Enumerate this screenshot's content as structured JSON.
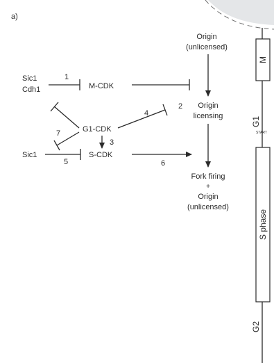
{
  "panel_label": "a)",
  "nodes": {
    "sic1_top": "Sic1",
    "cdh1": "Cdh1",
    "m_cdk": "M-CDK",
    "g1_cdk": "G1-CDK",
    "s_cdk": "S-CDK",
    "sic1_bottom": "Sic1",
    "origin_unlicensed_top": [
      "Origin",
      "(unlicensed)"
    ],
    "origin_licensing": [
      "Origin",
      "licensing"
    ],
    "fork_firing": [
      "Fork firing",
      "+",
      "Origin",
      "(unlicensed)"
    ]
  },
  "edge_numbers": {
    "n1": "1",
    "n2": "2",
    "n3": "3",
    "n4": "4",
    "n5": "5",
    "n6": "6",
    "n7": "7"
  },
  "cell_cycle": {
    "m": "M",
    "g1": "G1",
    "start": "START",
    "s_phase": "S phase",
    "g2": "G2"
  }
}
